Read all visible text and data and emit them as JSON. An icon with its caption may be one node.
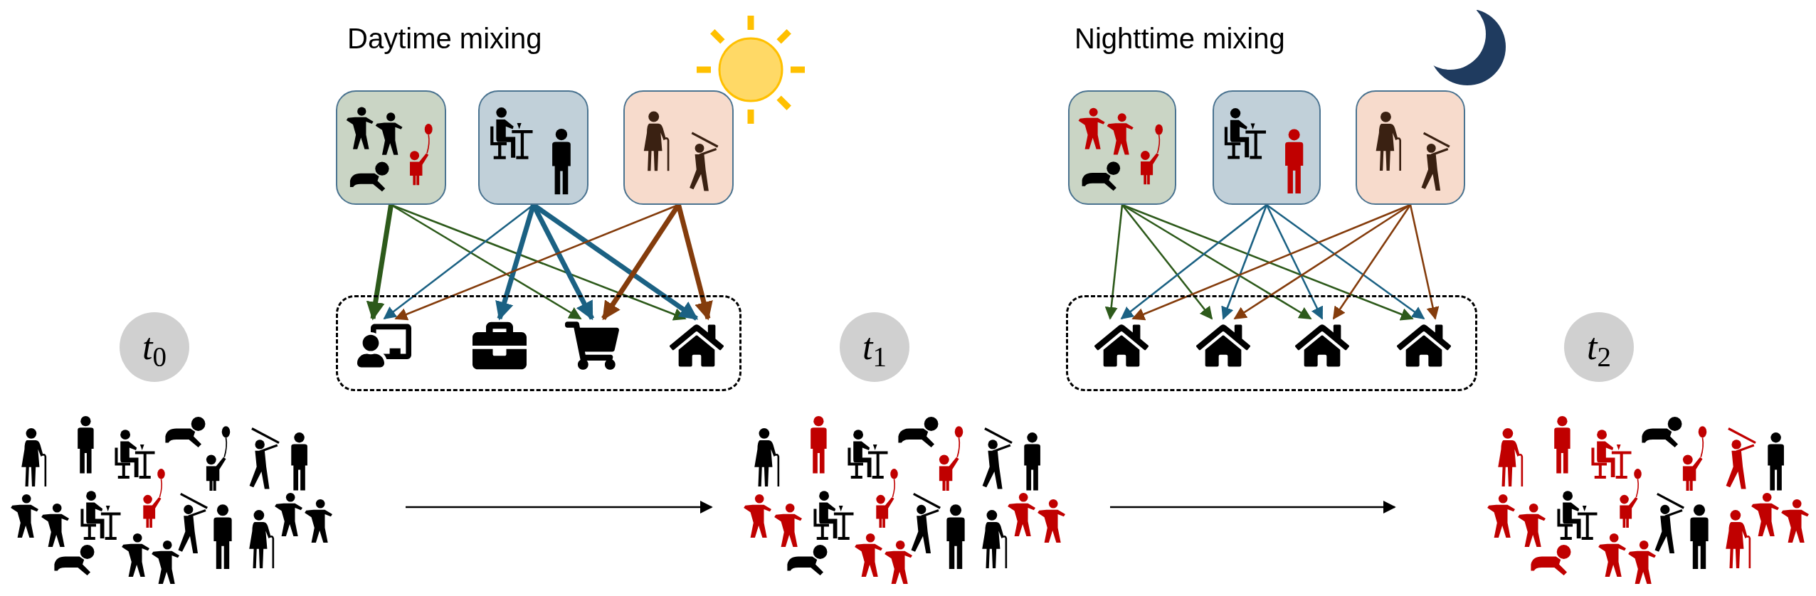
{
  "diagram": {
    "nodes": [
      {
        "text": [],
        "shape": "box"
      },
      {
        "text": [],
        "shape": "box"
      },
      {
        "text": [],
        "shape": "box"
      },
      {
        "text": [],
        "shape": "box"
      },
      {
        "text": [],
        "shape": "picture",
        "in": 3
      },
      {
        "text": [],
        "shape": "picture",
        "in": 3
      },
      {
        "text": [],
        "shape": "picture",
        "in": 3
      },
      {
        "text": [],
        "shape": "picture",
        "in": 3
      },
      {
        "text": [],
        "shape": "box"
      },
      {
        "text": [],
        "shape": "box"
      },
      {
        "text": [],
        "shape": "box"
      },
      {
        "text": [],
        "shape": "box"
      },
      {
        "text": [],
        "shape": "picture",
        "in": 11
      },
      {
        "text": [],
        "shape": "picture",
        "in": 11
      },
      {
        "text": [],
        "shape": "picture",
        "in": 11
      },
      {
        "text": [],
        "shape": "picture",
        "in": 11
      },
      {
        "text": [
          "*t*$_{0}$"
        ]
      },
      {
        "text": [],
        "shape": "picture"
      },
      {
        "text": [
          "*t*$_{1}$"
        ]
      },
      {
        "text": [],
        "shape": "picture"
      },
      {
        "text": [
          "*t*$_{2}$"
        ]
      },
      {
        "text": [],
        "shape": "picture"
      }
    ],
    "edges": [
      {
        "from": 0,
        "to": 4,
        "arrow": "to",
        "style": "thick",
        "color": "#2d5a1b"
      },
      {
        "from": 0,
        "to": 6,
        "arrow": "to",
        "color": "#2d5a1b"
      },
      {
        "from": 0,
        "to": 7,
        "arrow": "to",
        "color": "#2d5a1b"
      },
      {
        "from": 1,
        "to": 4,
        "arrow": "to",
        "color": "#1b6183"
      },
      {
        "from": 1,
        "to": 5,
        "arrow": "to",
        "style": "thick",
        "color": "#1b6183"
      },
      {
        "from": 1,
        "to": 6,
        "arrow": "to",
        "style": "thick",
        "color": "#1b6183"
      },
      {
        "from": 1,
        "to": 7,
        "arrow": "to",
        "style": "thick",
        "color": "#1b6183"
      },
      {
        "from": 2,
        "to": 4,
        "arrow": "to",
        "color": "#843c0c"
      },
      {
        "from": 2,
        "to": 6,
        "arrow": "to",
        "style": "thick",
        "color": "#843c0c"
      },
      {
        "from": 2,
        "to": 7,
        "arrow": "to",
        "style": "thick",
        "color": "#843c0c"
      },
      {
        "from": 8,
        "to": 12,
        "arrow": "to",
        "color": "#2d5a1b"
      },
      {
        "from": 8,
        "to": 13,
        "arrow": "to",
        "color": "#2d5a1b"
      },
      {
        "from": 8,
        "to": 14,
        "arrow": "to",
        "color": "#2d5a1b"
      },
      {
        "from": 8,
        "to": 15,
        "arrow": "to",
        "color": "#2d5a1b"
      },
      {
        "from": 9,
        "to": 12,
        "arrow": "to",
        "color": "#1b6183"
      },
      {
        "from": 9,
        "to": 13,
        "arrow": "to",
        "color": "#1b6183"
      },
      {
        "from": 9,
        "to": 14,
        "arrow": "to",
        "color": "#1b6183"
      },
      {
        "from": 9,
        "to": 15,
        "arrow": "to",
        "color": "#1b6183"
      },
      {
        "from": 10,
        "to": 12,
        "arrow": "to",
        "color": "#843c0c"
      },
      {
        "from": 10,
        "to": 13,
        "arrow": "to",
        "color": "#843c0c"
      },
      {
        "from": 10,
        "to": 14,
        "arrow": "to",
        "color": "#843c0c"
      },
      {
        "from": 10,
        "to": 15,
        "arrow": "to",
        "color": "#843c0c"
      },
      {
        "from": 17,
        "to": 19,
        "arrow": "to",
        "color": "#000000"
      },
      {
        "from": 19,
        "to": 21,
        "arrow": "to",
        "color": "#000000"
      }
    ],
    "labels": [
      "Daytime mixing",
      "Nighttime mixing"
    ]
  }
}
